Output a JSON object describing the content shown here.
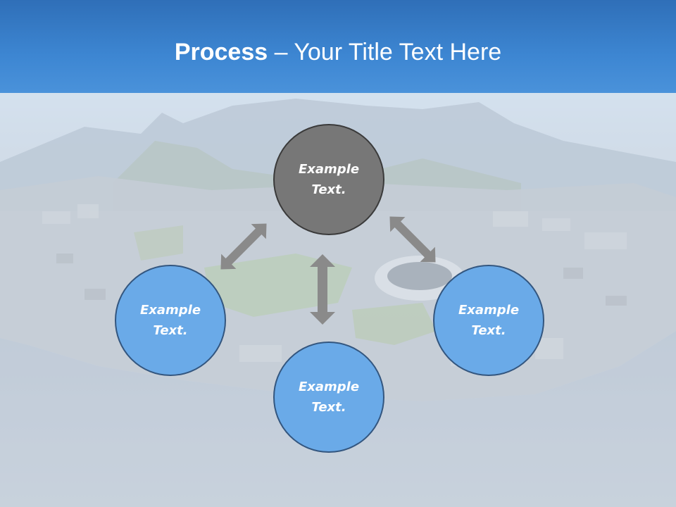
{
  "slide": {
    "title_bold": "Process",
    "title_rest": " – Your Title Text Here"
  },
  "diagram": {
    "nodes": [
      {
        "id": "top",
        "line1": "Example",
        "line2": "Text.",
        "color": "#777777"
      },
      {
        "id": "left",
        "line1": "Example",
        "line2": "Text.",
        "color": "#6aaae8"
      },
      {
        "id": "bottom",
        "line1": "Example",
        "line2": "Text.",
        "color": "#6aaae8"
      },
      {
        "id": "right",
        "line1": "Example",
        "line2": "Text.",
        "color": "#6aaae8"
      }
    ],
    "arrow_color": "#8a8a8a"
  }
}
